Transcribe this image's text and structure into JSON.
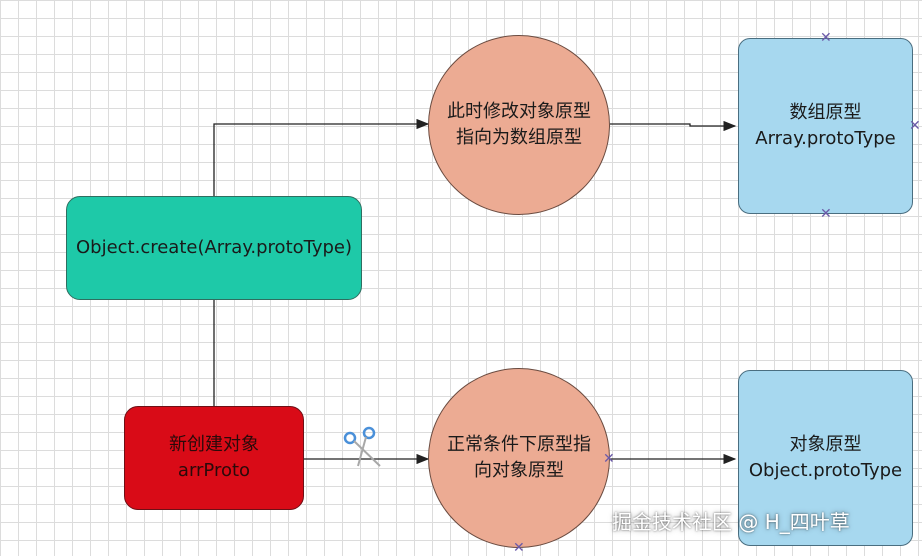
{
  "nodes": {
    "create": "Object.create(Array.protoType)",
    "new_object": [
      "新创建对象",
      "arrProto"
    ],
    "modify_proto": [
      "此时修改对象原型",
      "指向为数组原型"
    ],
    "normal_proto": [
      "正常条件下原型指",
      "向对象原型"
    ],
    "array_proto": [
      "数组原型",
      "Array.protoType"
    ],
    "object_proto": [
      "对象原型",
      "Object.protoType"
    ]
  },
  "watermark": "掘金技术社区 @ H_四叶草",
  "colors": {
    "teal": "#1ec9a8",
    "red": "#d90b17",
    "salmon": "#ecab93",
    "blue": "#a7d8ef",
    "edge": "#222222",
    "scissors": "#4a90d9"
  },
  "icons": [
    "scissors-icon",
    "connector-x-icon"
  ]
}
